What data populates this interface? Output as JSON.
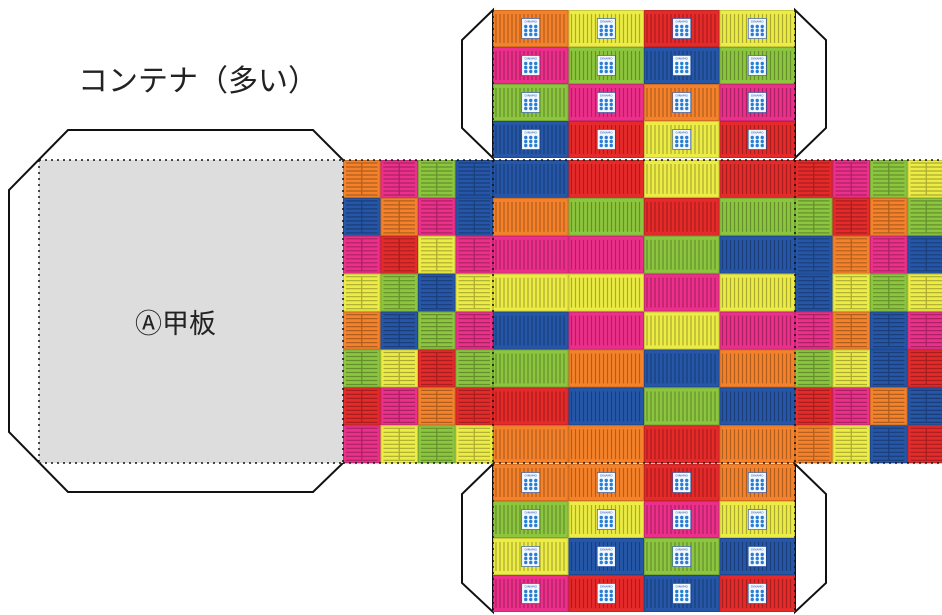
{
  "title": "コンテナ（多い）",
  "panel_label": "Ⓐ甲板",
  "logo_text": "DINAMO",
  "colors": {
    "orange": "#f5822a",
    "yellow": "#ecec45",
    "red": "#e62a2a",
    "lime": "#8cc63f",
    "magenta": "#ec2f8a",
    "blue": "#2556a8",
    "deck_gray": "#dddddd",
    "outline": "#111111"
  },
  "top_flap_colors": [
    [
      "orange",
      "yellow",
      "red",
      "yellow"
    ],
    [
      "magenta",
      "lime",
      "blue",
      "lime"
    ],
    [
      "lime",
      "magenta",
      "orange",
      "magenta"
    ],
    [
      "blue",
      "red",
      "yellow",
      "red"
    ]
  ],
  "bottom_flap_colors": [
    [
      "orange",
      "orange",
      "red",
      "orange"
    ],
    [
      "lime",
      "yellow",
      "magenta",
      "yellow"
    ],
    [
      "yellow",
      "blue",
      "lime",
      "blue"
    ],
    [
      "magenta",
      "red",
      "blue",
      "red"
    ]
  ],
  "left_side_colors": [
    [
      "orange",
      "magenta",
      "lime",
      "blue"
    ],
    [
      "blue",
      "orange",
      "magenta",
      "blue"
    ],
    [
      "magenta",
      "red",
      "yellow",
      "magenta"
    ],
    [
      "yellow",
      "lime",
      "blue",
      "yellow"
    ],
    [
      "orange",
      "blue",
      "lime",
      "magenta"
    ],
    [
      "lime",
      "yellow",
      "red",
      "lime"
    ],
    [
      "red",
      "magenta",
      "orange",
      "red"
    ],
    [
      "magenta",
      "yellow",
      "lime",
      "yellow"
    ]
  ],
  "right_side_colors": [
    [
      "red",
      "magenta",
      "lime",
      "yellow"
    ],
    [
      "lime",
      "red",
      "orange",
      "lime"
    ],
    [
      "blue",
      "orange",
      "magenta",
      "blue"
    ],
    [
      "blue",
      "yellow",
      "lime",
      "yellow"
    ],
    [
      "magenta",
      "orange",
      "blue",
      "magenta"
    ],
    [
      "lime",
      "yellow",
      "blue",
      "red"
    ],
    [
      "red",
      "magenta",
      "orange",
      "blue"
    ],
    [
      "orange",
      "yellow",
      "blue",
      "red"
    ]
  ],
  "center_colors": [
    [
      "blue",
      "red",
      "yellow",
      "red"
    ],
    [
      "orange",
      "lime",
      "red",
      "lime"
    ],
    [
      "magenta",
      "magenta",
      "lime",
      "blue"
    ],
    [
      "yellow",
      "yellow",
      "magenta",
      "yellow"
    ],
    [
      "blue",
      "magenta",
      "yellow",
      "magenta"
    ],
    [
      "lime",
      "orange",
      "blue",
      "orange"
    ],
    [
      "red",
      "blue",
      "lime",
      "blue"
    ],
    [
      "orange",
      "orange",
      "red",
      "orange"
    ]
  ]
}
